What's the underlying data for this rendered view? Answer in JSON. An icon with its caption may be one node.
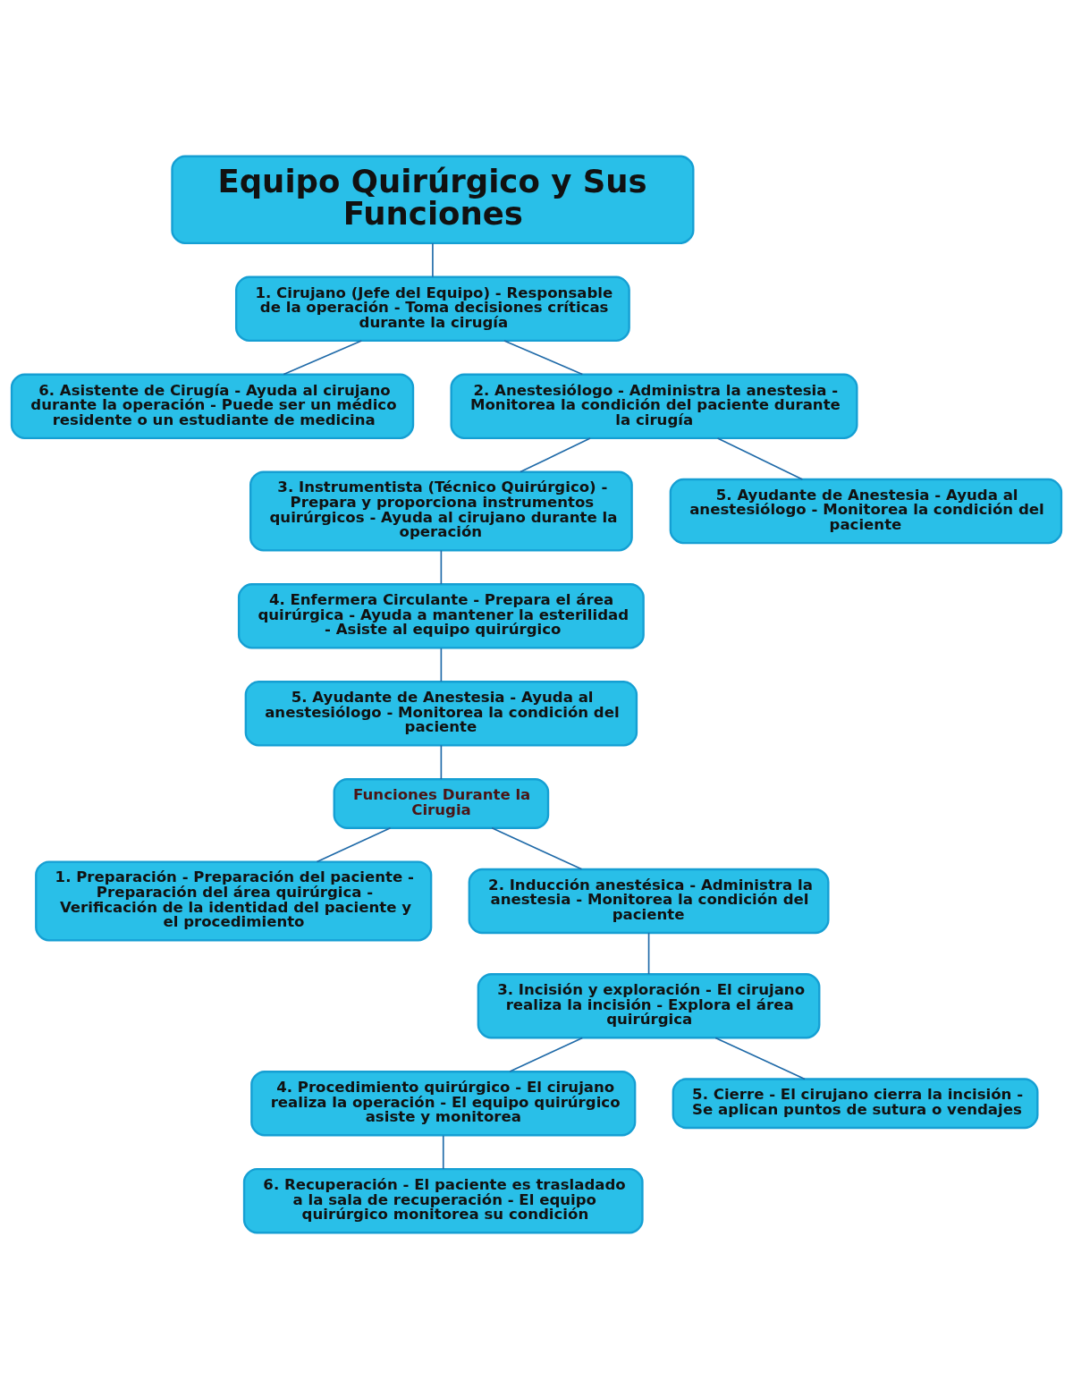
{
  "diagram": {
    "nodes": [
      {
        "text": [
          "Equipo Quirúrgico y Sus Funciones"
        ]
      },
      {
        "text": [
          "1. Cirujano (Jefe del Equipo) - Responsable de la operación - Toma decisiones críticas durante la cirugía"
        ]
      },
      {
        "text": [
          "6. Asistente de Cirugía - Ayuda al cirujano durante la operación - Puede ser un médico residente o un estudiante de medicina"
        ]
      },
      {
        "text": [
          "2. Anestesiólogo - Administra la anestesia - Monitorea la condición del paciente durante la cirugía"
        ]
      },
      {
        "text": [
          "3. Instrumentista (Técnico Quirúrgico) - Prepara y proporciona instrumentos quirúrgicos - Ayuda al cirujano durante la operación"
        ]
      },
      {
        "text": [
          "5. Ayudante de Anestesia - Ayuda al anestesiólogo - Monitorea la condición del paciente"
        ]
      },
      {
        "text": [
          "4. Enfermera Circulante - Prepara el área quirúrgica - Ayuda a mantener la esterilidad - Asiste al equipo quirúrgico"
        ]
      },
      {
        "text": [
          "5. Ayudante de Anestesia - Ayuda al anestesiólogo - Monitorea la condición del paciente"
        ]
      },
      {
        "text": [
          "Funciones Durante la Cirugia"
        ]
      },
      {
        "text": [
          "1. Preparación - Preparación del paciente - Preparación del área quirúrgica - Verificación de la identidad del paciente y el procedimiento"
        ]
      },
      {
        "text": [
          "2. Inducción anestésica - Administra la anestesia - Monitorea la condición del paciente"
        ]
      },
      {
        "text": [
          "3. Incisión y exploración - El cirujano realiza la incisión - Explora el área quirúrgica"
        ]
      },
      {
        "text": [
          "4. Procedimiento quirúrgico - El cirujano realiza la operación - El equipo quirúrgico asiste y monitorea"
        ]
      },
      {
        "text": [
          "5. Cierre - El cirujano cierra la incisión - Se aplican puntos de sutura o vendajes"
        ]
      },
      {
        "text": [
          "6. Recuperación - El paciente es trasladado a la sala de recuperación - El equipo quirúrgico monitorea su condición"
        ]
      }
    ],
    "edges": [
      {
        "from": 0,
        "to": 1,
        "arrow": "none"
      },
      {
        "from": 1,
        "to": 2,
        "arrow": "none"
      },
      {
        "from": 1,
        "to": 3,
        "arrow": "none"
      },
      {
        "from": 3,
        "to": 4,
        "arrow": "none"
      },
      {
        "from": 3,
        "to": 5,
        "arrow": "none"
      },
      {
        "from": 4,
        "to": 6,
        "arrow": "none"
      },
      {
        "from": 6,
        "to": 7,
        "arrow": "none"
      },
      {
        "from": 7,
        "to": 8,
        "arrow": "none"
      },
      {
        "from": 8,
        "to": 9,
        "arrow": "none"
      },
      {
        "from": 8,
        "to": 10,
        "arrow": "none"
      },
      {
        "from": 10,
        "to": 11,
        "arrow": "none"
      },
      {
        "from": 11,
        "to": 12,
        "arrow": "none"
      },
      {
        "from": 11,
        "to": 13,
        "arrow": "none"
      },
      {
        "from": 12,
        "to": 14,
        "arrow": "none"
      }
    ]
  }
}
